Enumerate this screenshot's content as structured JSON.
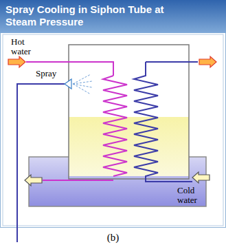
{
  "diagram": {
    "title": "Spray Cooling in Siphon Tube at Steam Pressure",
    "caption": "(b)",
    "labels": [
      "Hot water",
      "Spray",
      "Cold water"
    ]
  }
}
